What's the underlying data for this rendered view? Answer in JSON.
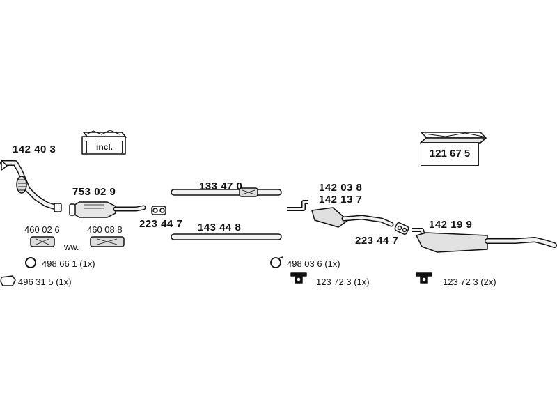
{
  "parts": {
    "front_pipe": "142 40 3",
    "catalyst": "753 02 9",
    "clamp_a": "223 44 7",
    "center_pipe_top": "133 47 0",
    "center_pipe_bottom": "143 44 8",
    "mid_silencer_1": "142 03 8",
    "mid_silencer_2": "142 13 7",
    "clamp_b": "223 44 7",
    "rear_silencer": "142 19 9",
    "assembly_kit": "121 67 5",
    "kit_incl": "incl.",
    "gasket_1": "460 02 6",
    "gasket_2": "460 08 8",
    "gasket_sep": "ww.",
    "ring_1": "498 66 1 (1x)",
    "bracket_1": "496 31 5 (1x)",
    "ring_2": "498 03 6 (1x)",
    "hanger_1": "123 72 3 (1x)",
    "hanger_2": "123 72 3 (2x)"
  }
}
